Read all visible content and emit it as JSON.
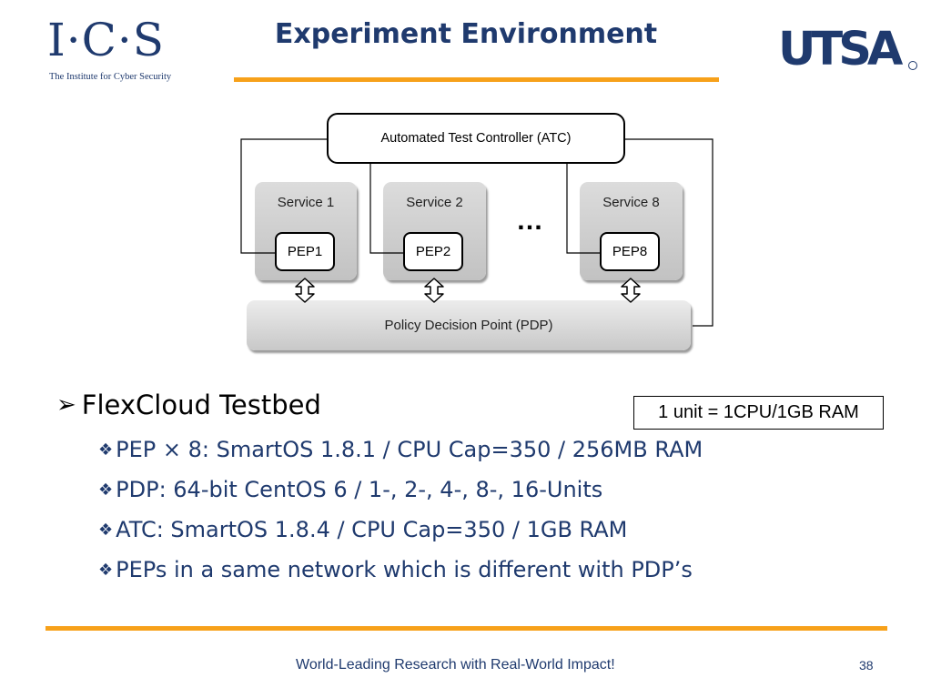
{
  "header": {
    "title": "Experiment Environment",
    "ics_logo": {
      "letters": "I·C·S",
      "subtitle": "The Institute for Cyber Security"
    },
    "utsa_logo": {
      "text": "UTSA"
    }
  },
  "diagram": {
    "atc": "Automated Test Controller (ATC)",
    "services": [
      {
        "label": "Service 1",
        "pep": "PEP1"
      },
      {
        "label": "Service 2",
        "pep": "PEP2"
      },
      {
        "label": "Service 8",
        "pep": "PEP8"
      }
    ],
    "ellipsis": "…",
    "pdp": "Policy Decision Point (PDP)"
  },
  "content": {
    "main_bullet": "FlexCloud Testbed",
    "main_marker": "➢",
    "unit_note": "1 unit = 1CPU/1GB RAM",
    "sub_marker": "❖",
    "sub_bullets": [
      "PEP × 8: SmartOS 1.8.1 / CPU Cap=350 / 256MB RAM",
      "PDP: 64-bit CentOS 6 / 1-, 2-, 4-, 8-, 16-Units",
      "ATC: SmartOS 1.8.4 / CPU Cap=350 / 1GB RAM",
      "PEPs in a same network which is different with PDP’s"
    ]
  },
  "footer": {
    "tagline": "World-Leading Research with Real-World Impact!",
    "page_number": "38"
  },
  "colors": {
    "navy": "#1f3a6e",
    "orange_rule": "#f7a11a"
  }
}
